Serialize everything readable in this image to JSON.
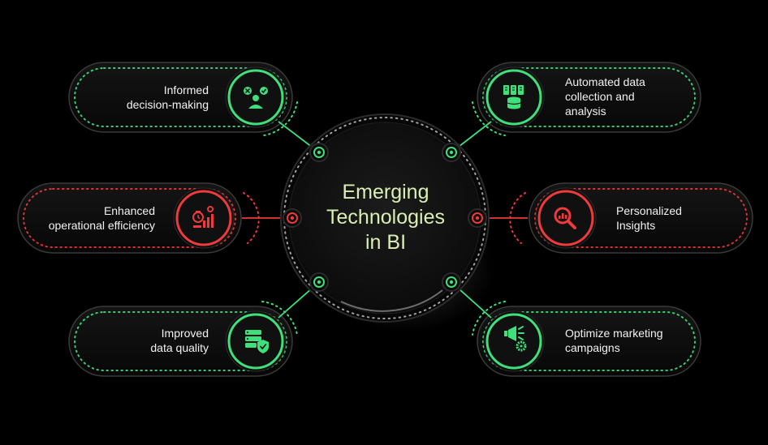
{
  "center": {
    "title_lines": [
      "Emerging",
      "Technologies",
      "in BI"
    ]
  },
  "items": [
    {
      "id": "informed-decision-making",
      "lines": [
        "Informed",
        "decision-making"
      ],
      "icon": "decision-icon",
      "status": "green"
    },
    {
      "id": "enhanced-operational-efficiency",
      "lines": [
        "Enhanced",
        "operational efficiency"
      ],
      "icon": "efficiency-chart-icon",
      "status": "red"
    },
    {
      "id": "improved-data-quality",
      "lines": [
        "Improved",
        "data quality"
      ],
      "icon": "database-shield-icon",
      "status": "green"
    },
    {
      "id": "automated-data-collection",
      "lines": [
        "Automated data",
        "collection and",
        "analysis"
      ],
      "icon": "data-stack-icon",
      "status": "green"
    },
    {
      "id": "personalized-insights",
      "lines": [
        "Personalized",
        "Insights"
      ],
      "icon": "magnifier-chart-icon",
      "status": "red"
    },
    {
      "id": "optimize-marketing-campaigns",
      "lines": [
        "Optimize marketing",
        "campaigns"
      ],
      "icon": "megaphone-gear-icon",
      "status": "green"
    }
  ],
  "colors": {
    "green": "#3fe07c",
    "red": "#ee3a3a",
    "title": "#d9efb4",
    "pill_bg": "#0b0b0b",
    "pill_border": "#3a3a3a"
  }
}
